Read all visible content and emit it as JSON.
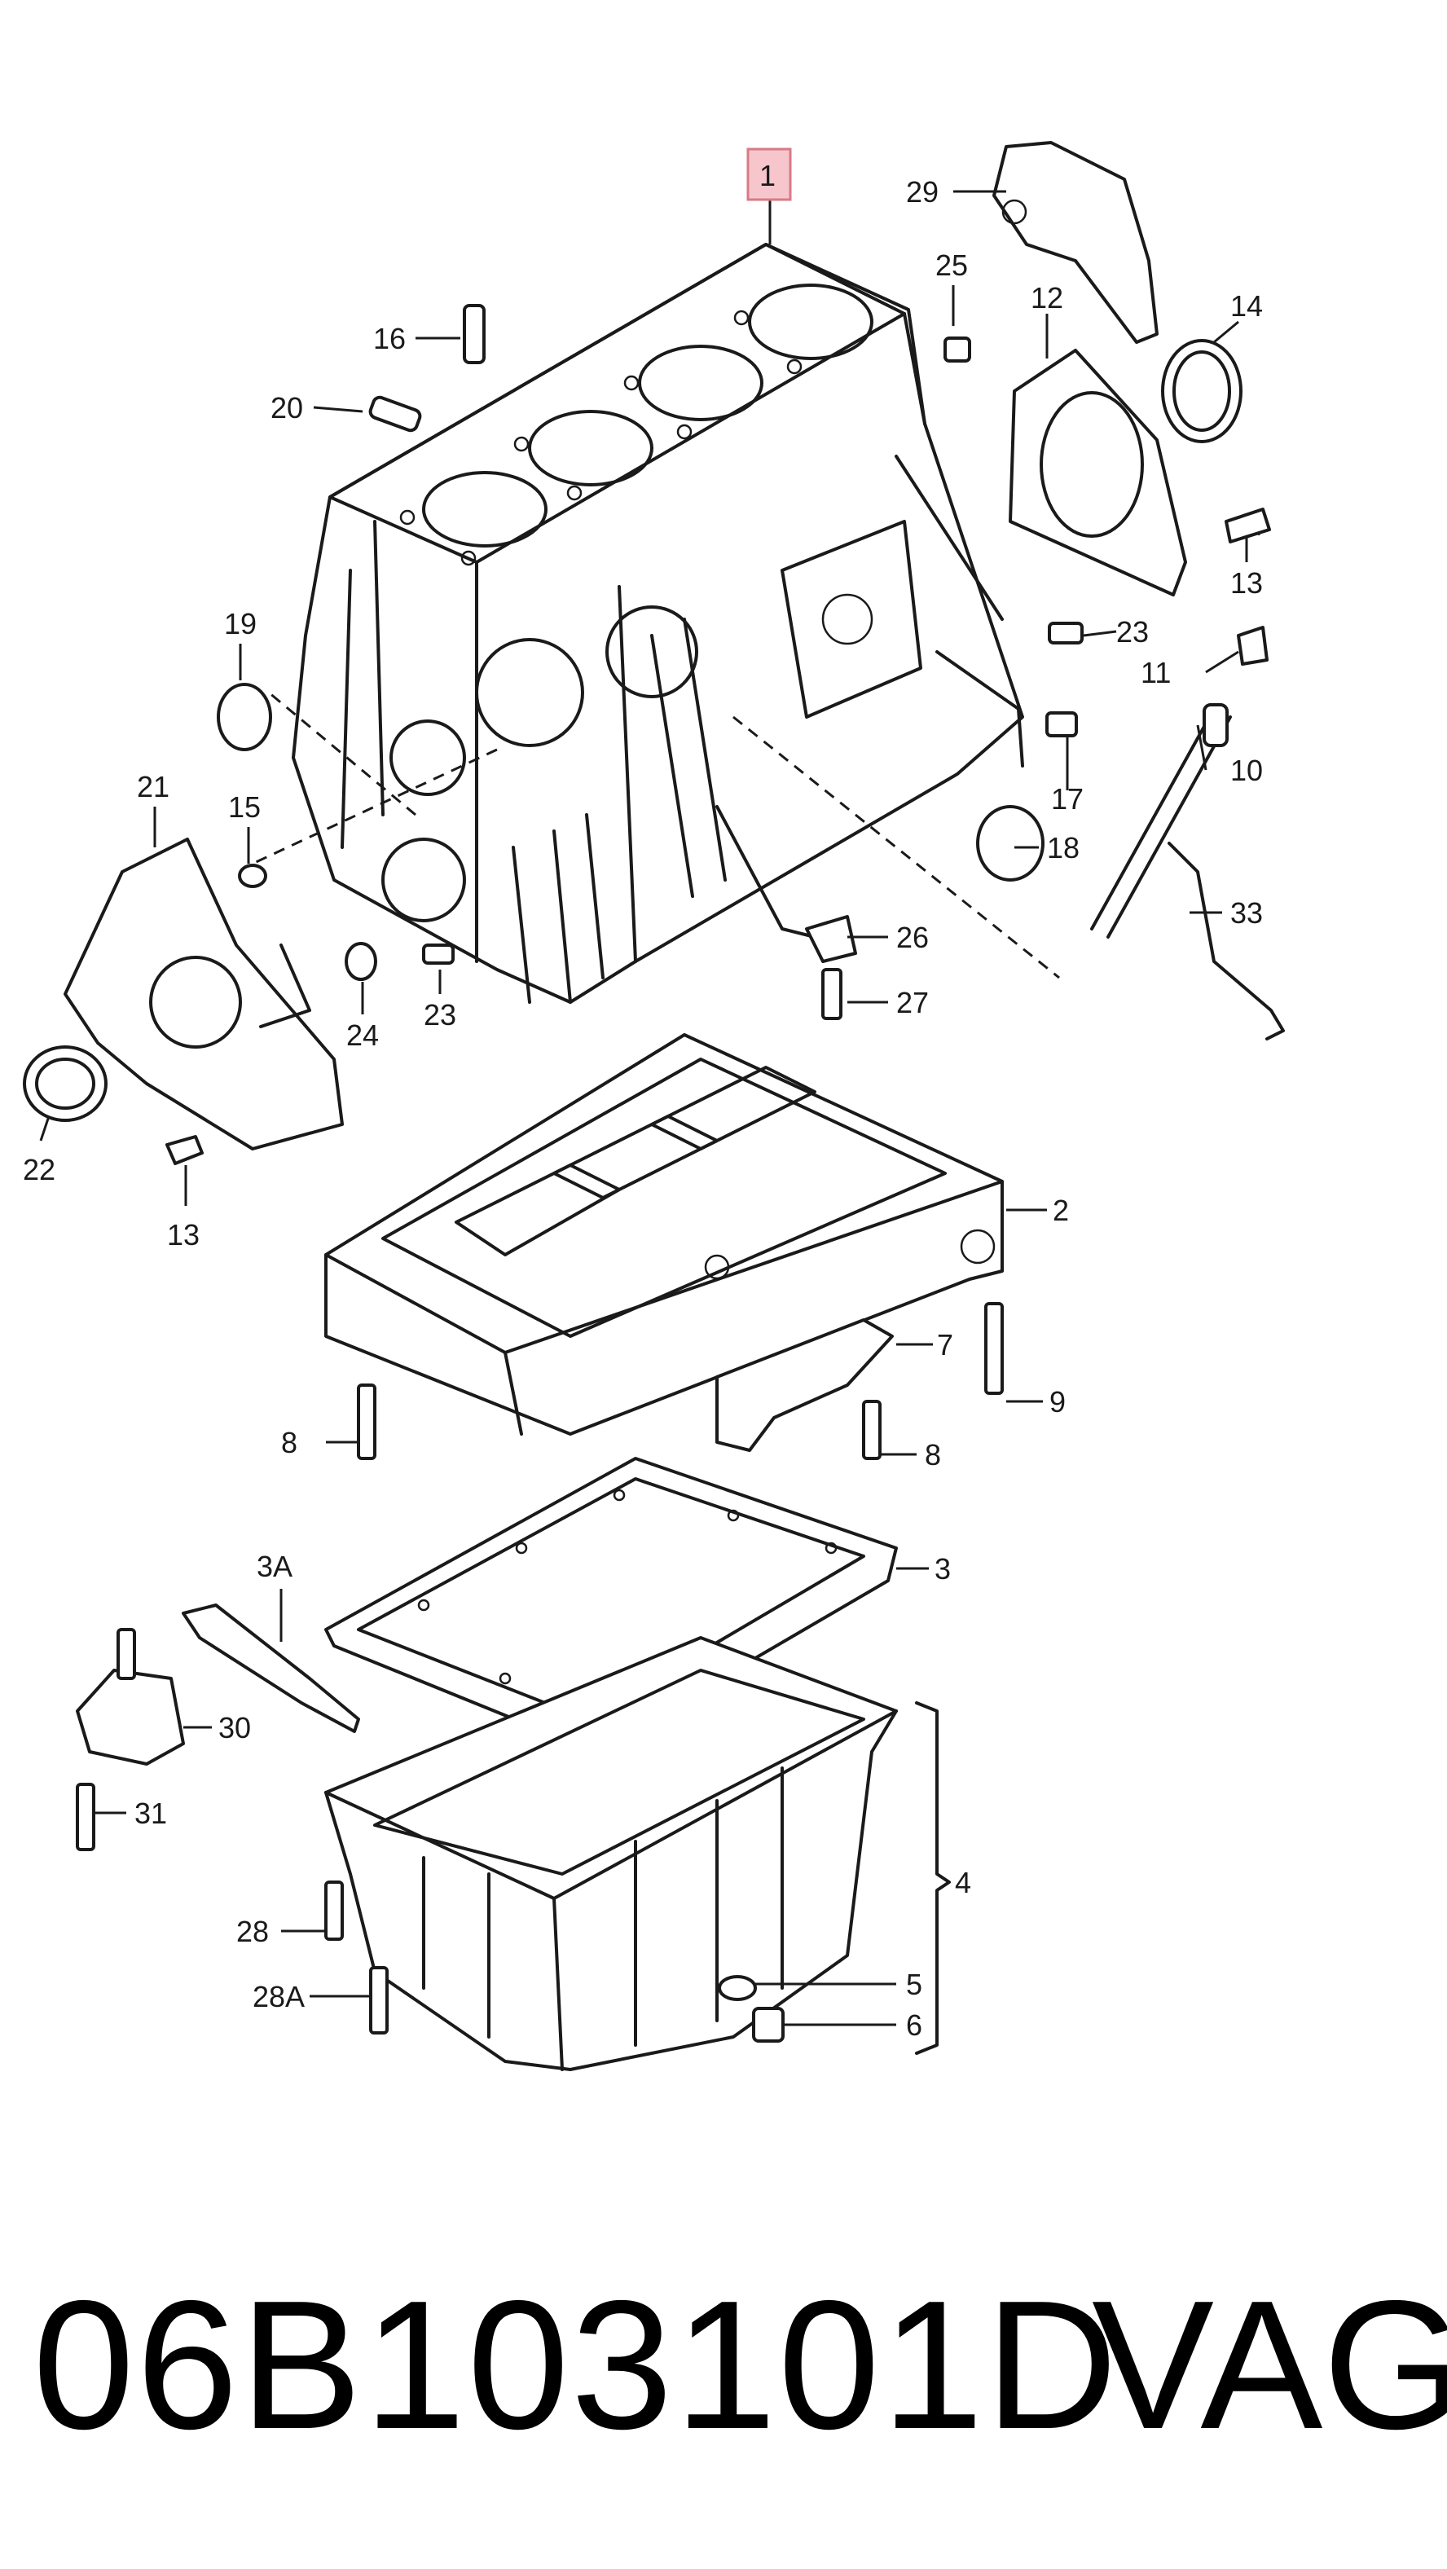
{
  "callouts": {
    "c1": "1",
    "c2": "2",
    "c3": "3",
    "c3A": "3A",
    "c4": "4",
    "c5": "5",
    "c6": "6",
    "c7": "7",
    "c8a": "8",
    "c8b": "8",
    "c9": "9",
    "c10": "10",
    "c11": "11",
    "c12": "12",
    "c13a": "13",
    "c13b": "13",
    "c14": "14",
    "c15": "15",
    "c16": "16",
    "c17": "17",
    "c18": "18",
    "c19": "19",
    "c20": "20",
    "c21": "21",
    "c22": "22",
    "c23a": "23",
    "c23b": "23",
    "c24": "24",
    "c25": "25",
    "c26": "26",
    "c27": "27",
    "c28": "28",
    "c28A": "28A",
    "c29": "29",
    "c30": "30",
    "c31": "31",
    "c33": "33"
  },
  "footer": {
    "part_number": "06B103101D",
    "brand": "VAG"
  },
  "colors": {
    "line": "#1a1a1a",
    "highlight_fill": "#f6c6cc",
    "highlight_stroke": "#d87a86",
    "background": "#ffffff"
  }
}
